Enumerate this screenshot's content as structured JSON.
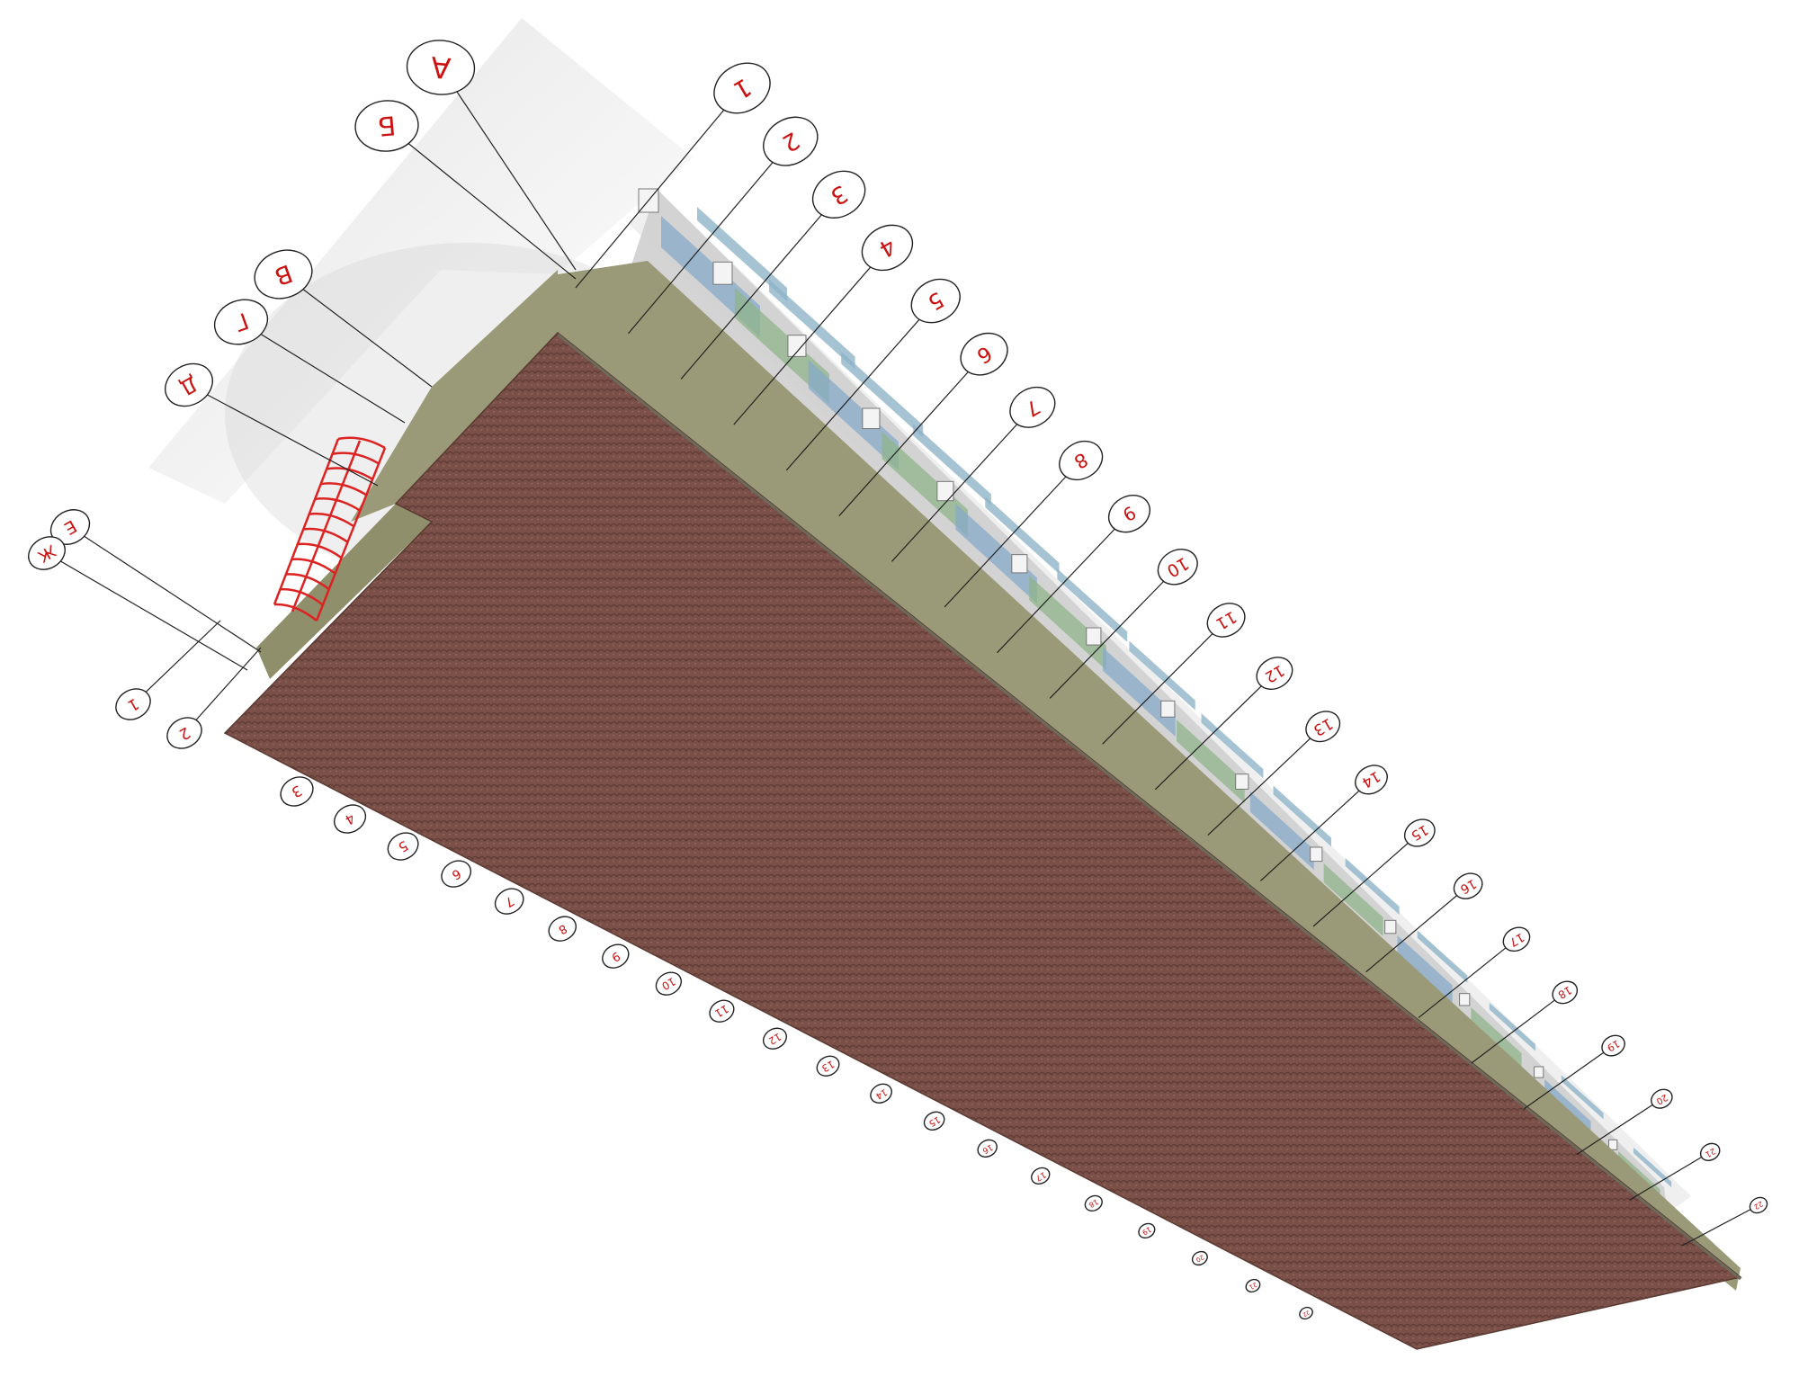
{
  "view": {
    "type": "axonometric-bottom-view",
    "colors": {
      "underside": "#7a5048",
      "slab_edge": "#9a9a78",
      "facade_band": "#b8b890",
      "wall": "#cfcfcf",
      "glass": "#8fb4c8",
      "green_panel": "#8fb48a",
      "blue_panel": "#86a9c8",
      "bubble_text": "#cc1111",
      "leader": "#222222",
      "ladder": "#dd2222"
    }
  },
  "grid": {
    "letters": [
      "А",
      "Б",
      "В",
      "Г",
      "Д",
      "Е",
      "Ж"
    ],
    "top_numbers": [
      "1",
      "2",
      "3",
      "4",
      "5",
      "6",
      "7",
      "8",
      "9",
      "10",
      "11",
      "12",
      "13",
      "14",
      "15",
      "16",
      "17",
      "18",
      "19",
      "20",
      "21",
      "22"
    ],
    "bottom_left_numbers": [
      "1",
      "2"
    ],
    "bottom_numbers": [
      "3",
      "4",
      "5",
      "6",
      "7",
      "8",
      "9",
      "10",
      "11",
      "12",
      "13",
      "14",
      "15",
      "16",
      "17",
      "18",
      "19",
      "20",
      "21",
      "22"
    ]
  }
}
